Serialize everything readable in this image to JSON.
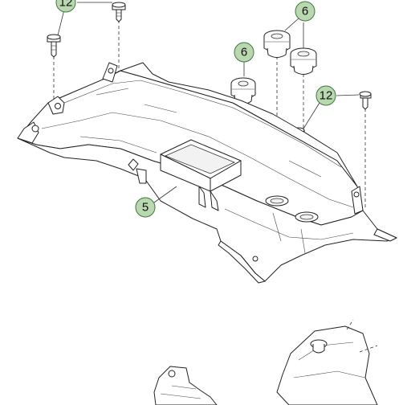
{
  "callouts": {
    "bolt_top_left": "12",
    "mount_right_pair": "6",
    "mount_center": "6",
    "bolt_right": "12",
    "crossmember": "5"
  }
}
